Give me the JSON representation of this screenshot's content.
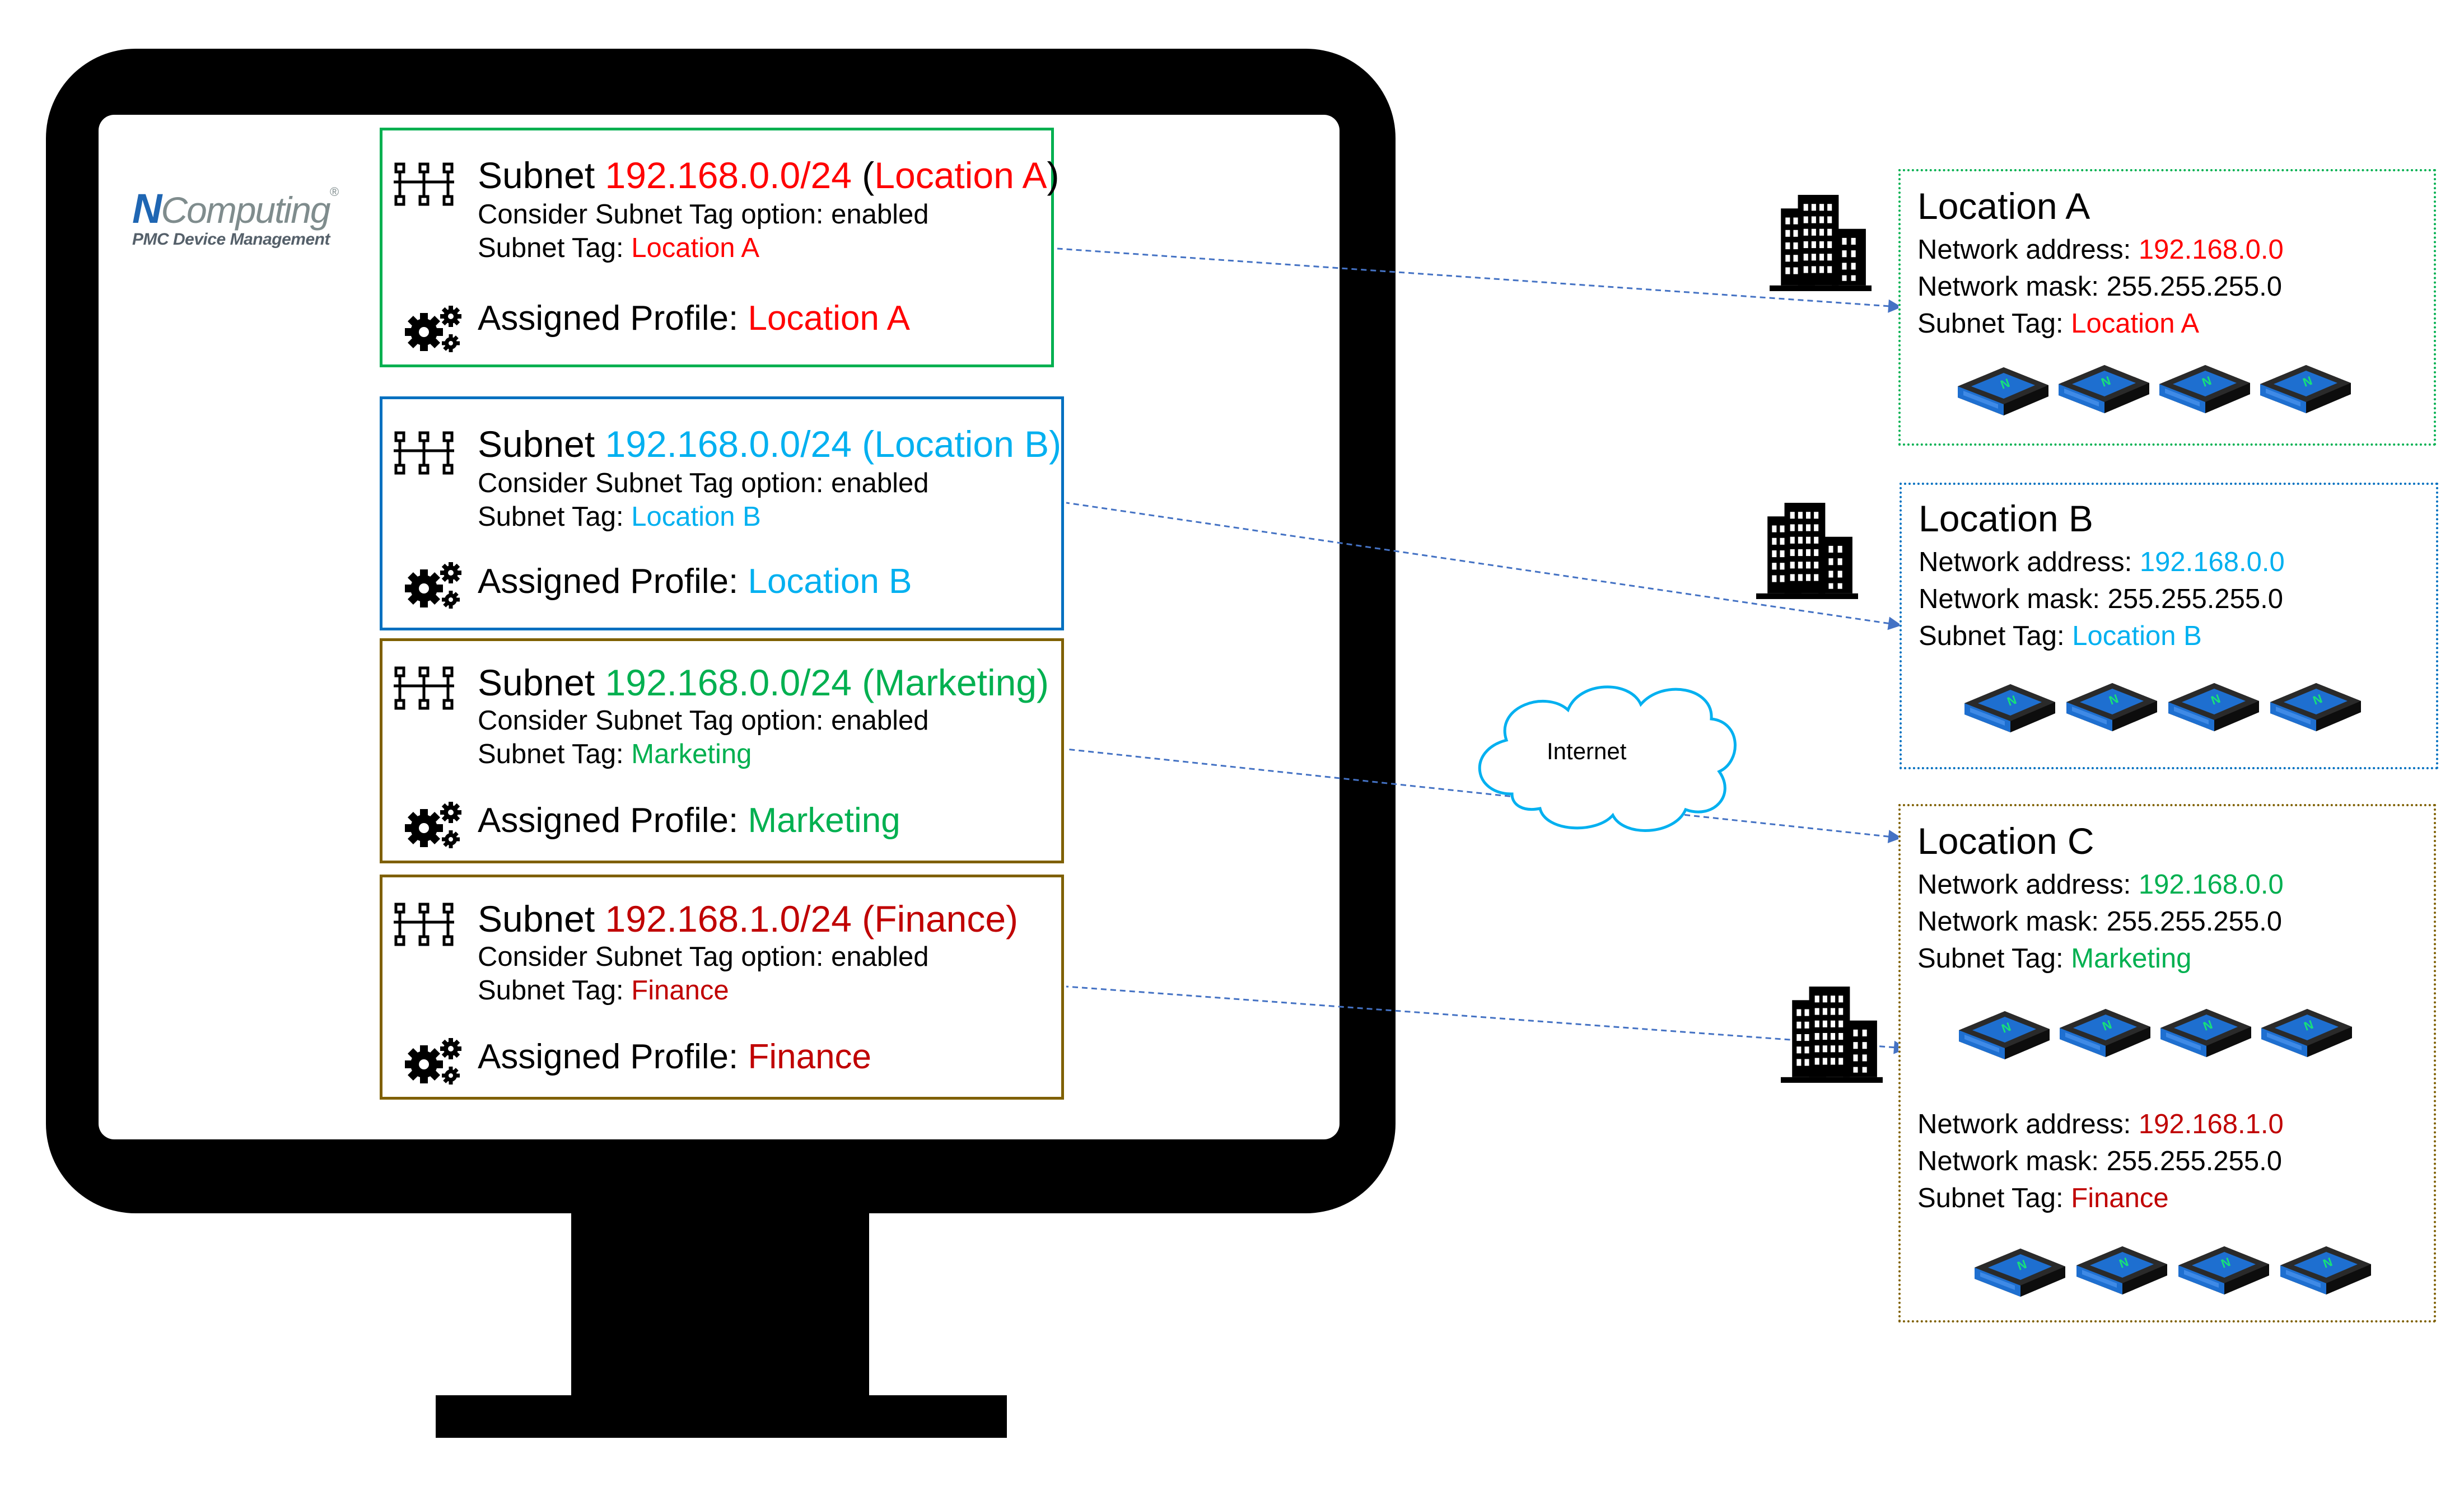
{
  "colors": {
    "red": "#ff0000",
    "blue": "#00b0f0",
    "green": "#00b050",
    "darkred": "#c00000",
    "border_green": "#00b050",
    "border_blue": "#0070c0",
    "border_brown": "#7f6000",
    "arrow": "#4472c4"
  },
  "logo": {
    "brand_n": "N",
    "brand_rest": "Computing",
    "tm": "®",
    "subtitle": "PMC Device Management"
  },
  "cards": [
    {
      "title_prefix": "Subnet ",
      "subnet": "192.168.0.0/24",
      "paren_open": " (",
      "label": "Location A",
      "paren_close": ")",
      "line1": "Consider Subnet Tag option: enabled",
      "tag_prefix": "Subnet Tag: ",
      "tag": "Location A",
      "profile_prefix": "Assigned Profile: ",
      "profile": "Location A"
    },
    {
      "title_prefix": "Subnet ",
      "subnet_full": "192.168.0.0/24 (Location B)",
      "line1": "Consider Subnet Tag option: enabled",
      "tag_prefix": "Subnet Tag: ",
      "tag": "Location B",
      "profile_prefix": "Assigned Profile: ",
      "profile": "Location B"
    },
    {
      "title_prefix": "Subnet ",
      "subnet_full": "192.168.0.0/24 (Marketing)",
      "line1": "Consider Subnet Tag option: enabled",
      "tag_prefix": "Subnet Tag: ",
      "tag": "Marketing",
      "profile_prefix": "Assigned Profile: ",
      "profile": "Marketing"
    },
    {
      "title_prefix": "Subnet ",
      "subnet_full": "192.168.1.0/24 (Finance)",
      "line1": "Consider Subnet Tag option: enabled",
      "tag_prefix": "Subnet Tag: ",
      "tag": "Finance",
      "profile_prefix": "Assigned Profile: ",
      "profile": "Finance"
    }
  ],
  "cloud": {
    "label": "Internet"
  },
  "locations": [
    {
      "title": "Location A",
      "addr_prefix": "Network address: ",
      "addr": "192.168.0.0",
      "mask": "Network mask: 255.255.255.0",
      "tag_prefix": "Subnet Tag: ",
      "tag": "Location A"
    },
    {
      "title": "Location B",
      "addr_prefix": "Network address: ",
      "addr": "192.168.0.0",
      "mask": "Network mask: 255.255.255.0",
      "tag_prefix": "Subnet Tag: ",
      "tag": "Location B"
    },
    {
      "title": "Location C",
      "addr_prefix": "Network address: ",
      "addr": "192.168.0.0",
      "mask": "Network mask: 255.255.255.0",
      "tag_prefix": "Subnet Tag: ",
      "tag": "Marketing",
      "addr2_prefix": "Network address: ",
      "addr2": "192.168.1.0",
      "mask2": "Network mask: 255.255.255.0",
      "tag2_prefix": "Subnet Tag: ",
      "tag2": "Finance"
    }
  ],
  "device_label": "N"
}
